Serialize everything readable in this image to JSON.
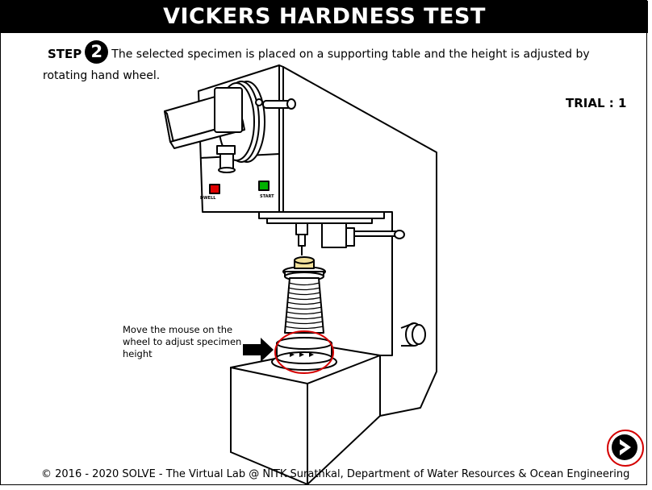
{
  "header": {
    "title": "VICKERS HARDNESS TEST"
  },
  "step": {
    "label": "STEP",
    "number": "2",
    "text": "The selected specimen is placed on a supporting table and the height is adjusted by rotating hand wheel."
  },
  "trial": {
    "label": "TRIAL : 1"
  },
  "machine": {
    "button_dwell": "DWELL",
    "button_start": "START",
    "dwell_color": "#e00000",
    "start_color": "#00b000"
  },
  "hint": {
    "text": "Move the mouse on the wheel to adjust specimen height"
  },
  "footer": {
    "text": "© 2016 - 2020 SOLVE - The Virtual Lab @ NITK Surathkal, Department of Water Resources & Ocean Engineering"
  },
  "nav": {
    "next_icon": "arrow-right-icon"
  }
}
